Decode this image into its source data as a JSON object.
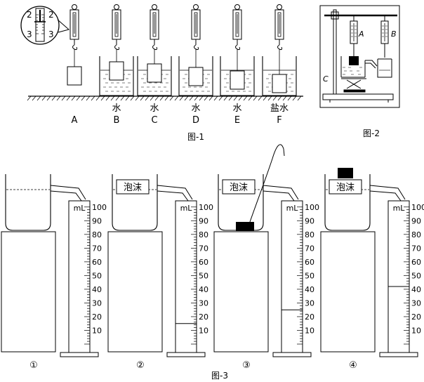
{
  "figure1": {
    "caption": "图-1",
    "gauge_numbers": [
      "2",
      "2",
      "3",
      "3"
    ],
    "panels": [
      {
        "letter": "A",
        "liquid": ""
      },
      {
        "letter": "B",
        "liquid": "水"
      },
      {
        "letter": "C",
        "liquid": "水"
      },
      {
        "letter": "D",
        "liquid": "水"
      },
      {
        "letter": "E",
        "liquid": "水"
      },
      {
        "letter": "F",
        "liquid": "盐水"
      }
    ]
  },
  "figure2": {
    "caption": "图-2",
    "labels": {
      "a": "A",
      "b": "B",
      "c": "C"
    }
  },
  "figure3": {
    "caption": "图-3",
    "unit": "mL",
    "ticks": [
      "100",
      "90",
      "80",
      "70",
      "60",
      "50",
      "40",
      "30",
      "20",
      "10"
    ],
    "foam_label": "泡沫",
    "steps": [
      {
        "number": "①",
        "water_level_ml": null,
        "foam": false,
        "block": "none"
      },
      {
        "number": "②",
        "water_level_ml": 15,
        "foam": true,
        "block": "none"
      },
      {
        "number": "③",
        "water_level_ml": 25,
        "foam": true,
        "block": "bottom"
      },
      {
        "number": "④",
        "water_level_ml": 42,
        "foam": true,
        "block": "on_foam"
      }
    ]
  }
}
